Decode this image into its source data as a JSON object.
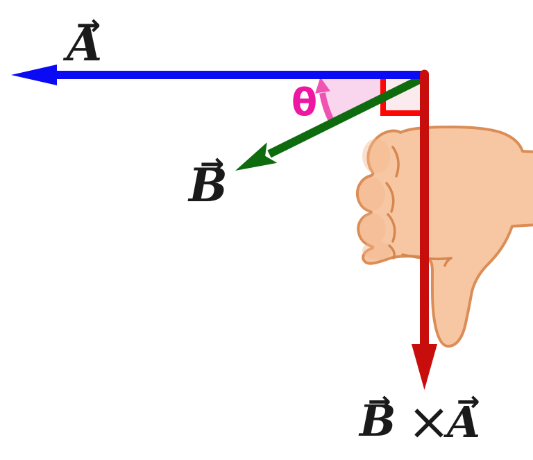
{
  "diagram": {
    "labels": {
      "vector_a": "A",
      "vector_b": "B",
      "theta": "θ",
      "product_b": "B",
      "times": "×",
      "product_a": "A",
      "vector_arrow": "→"
    },
    "colors": {
      "vector_a": "#0a0af5",
      "vector_b": "#0e6b0e",
      "product_vector": "#c80d0d",
      "right_angle_stroke": "#fb0806",
      "right_angle_fill": "#fcebee",
      "angle_sector_fill": "#f9d5ee",
      "angle_arc": "#ef54b2",
      "theta": "#ee17a1",
      "label_text": "#1a1a1a",
      "hand_fill": "#f7c7a3",
      "hand_outline": "#db8d55",
      "hand_crease": "#d6874f",
      "hand_shade": "#f3b78e"
    }
  }
}
